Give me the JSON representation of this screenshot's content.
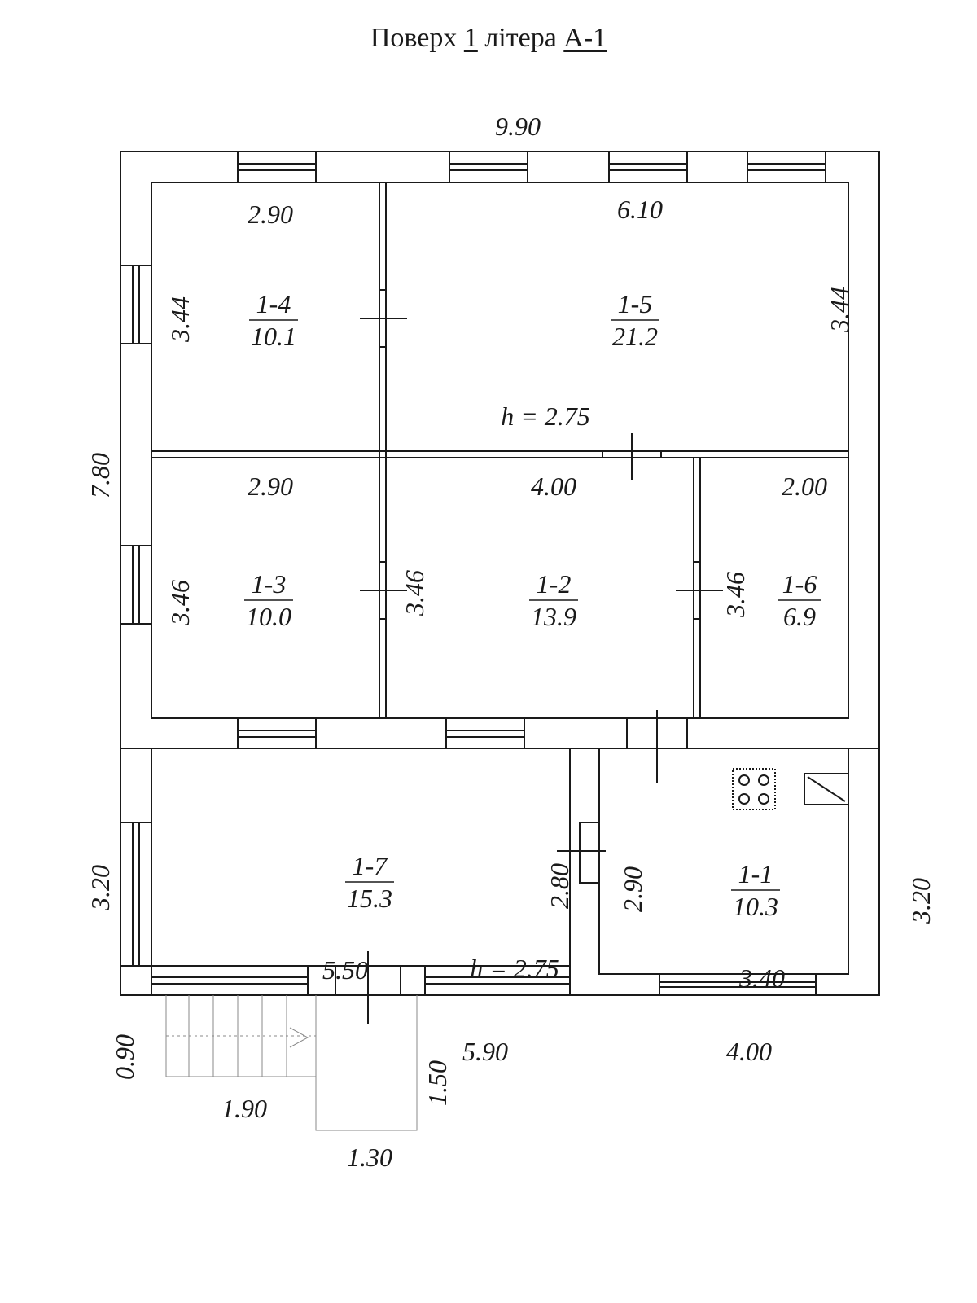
{
  "title": {
    "prefix": "Поверх",
    "floor": "1",
    "middle": "літера",
    "letter": "А-1"
  },
  "rooms": [
    {
      "id": "1-4",
      "area": "10.1"
    },
    {
      "id": "1-5",
      "area": "21.2"
    },
    {
      "id": "1-3",
      "area": "10.0"
    },
    {
      "id": "1-2",
      "area": "13.9"
    },
    {
      "id": "1-6",
      "area": "6.9"
    },
    {
      "id": "1-7",
      "area": "15.3"
    },
    {
      "id": "1-1",
      "area": "10.3"
    }
  ],
  "ceiling_height": "h = 2.75",
  "dimensions": {
    "overall_width": "9.90",
    "overall_height_left": "7.80",
    "lower_left_height": "3.20",
    "lower_right_height": "3.20",
    "r14_width": "2.90",
    "r14_height": "3.44",
    "r15_width": "6.10",
    "r15_height": "3.44",
    "r13_width": "2.90",
    "r13_height": "3.46",
    "r12_width": "4.00",
    "r12_height": "3.46",
    "r16_width": "2.00",
    "r16_height": "3.46",
    "r17_inner_width": "5.50",
    "r17_outer_width": "5.90",
    "r17_height": "2.80",
    "r11_height": "2.90",
    "r11_inner_width": "3.40",
    "r11_outer_width": "4.00",
    "stair_width": "0.90",
    "stair_length": "1.90",
    "porch_depth": "1.50",
    "porch_width": "1.30"
  }
}
